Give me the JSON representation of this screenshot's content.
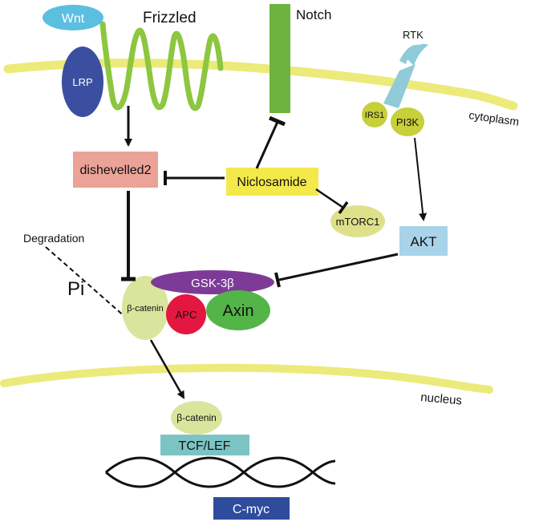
{
  "labels": {
    "wnt": "Wnt",
    "frizzled": "Frizzled",
    "notch": "Notch",
    "rtk": "RTK",
    "lrp": "LRP",
    "cytoplasm": "cytoplasm",
    "irs1": "IRS1",
    "pi3k": "PI3K",
    "dishevelled2": "dishevelled2",
    "niclosamide": "Niclosamide",
    "mtorc1": "mTORC1",
    "degradation": "Degradation",
    "akt": "AKT",
    "pi": "Pi",
    "gsk3b": "GSK-3β",
    "beta_catenin": "β-catenin",
    "apc": "APC",
    "axin": "Axin",
    "nucleus": "nucleus",
    "beta_catenin_nuclear": "β-catenin",
    "tcf_lef": "TCF/LEF",
    "cmyc": "C-myc"
  },
  "colors": {
    "membrane": "#ecea7a",
    "wnt": "#5bbfe0",
    "lrp": "#3a4f9f",
    "frizzled": "#8dc63f",
    "notch": "#6cb33f",
    "rtk": "#8fcbd8",
    "irs1_pi3k": "#c7cf3a",
    "dishevelled": "#eba297",
    "niclosamide": "#f4e94a",
    "mtorc1": "#dfe08a",
    "akt": "#a9d3e8",
    "gsk3b": "#7d3b97",
    "beta_catenin": "#d9e59c",
    "apc": "#e3173f",
    "axin": "#53b548",
    "tcf_lef": "#7cc4c4",
    "cmyc": "#2f4b9c"
  },
  "icons": [
    "dna-double-helix"
  ]
}
